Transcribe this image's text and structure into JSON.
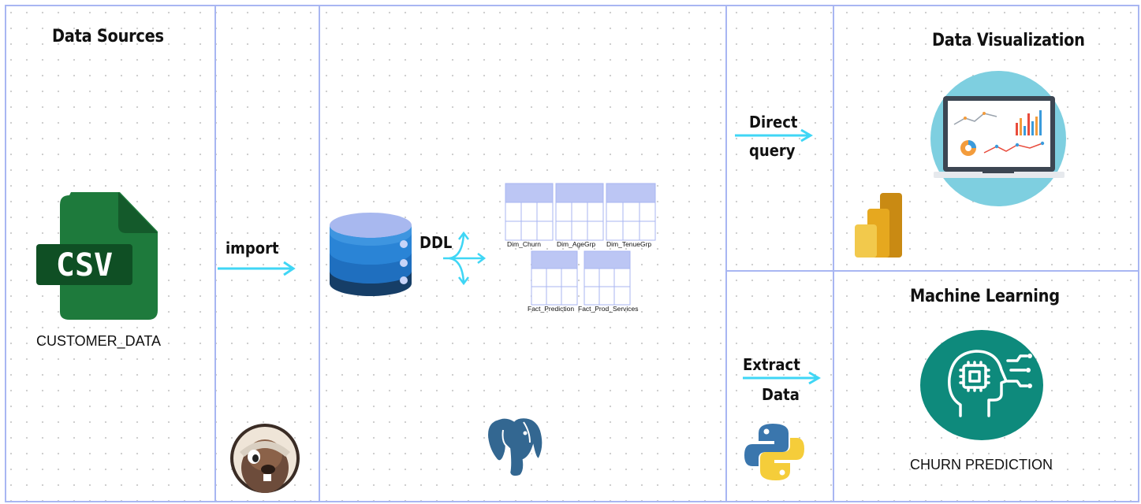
{
  "sections": {
    "data_sources": {
      "title": "Data Sources",
      "file_label": "CSV",
      "caption": "CUSTOMER_DATA"
    },
    "import": {
      "label": "import"
    },
    "database": {
      "ddl_label": "DDL",
      "tables": [
        "Dim_Churn",
        "Dim_AgeGrp",
        "Dim_TenueGrp",
        "Fact_Prediction",
        "Fact_Prod_Services"
      ]
    },
    "direct_query": {
      "line1": "Direct",
      "line2": "query"
    },
    "extract": {
      "line1": "Extract",
      "line2": "Data"
    },
    "visualization": {
      "title": "Data Visualization"
    },
    "ml": {
      "title": "Machine Learning",
      "caption": "CHURN PREDICTION"
    }
  },
  "colors": {
    "panel_border": "#a8b6f2",
    "arrow": "#3fd6f5",
    "csv_green": "#1e7a3c",
    "db_blue": "#1f6fbf",
    "ml_teal": "#0e8a7c",
    "table_header": "#bcc6f4"
  },
  "icons": [
    "csv-file-icon",
    "dbeaver-icon",
    "database-icon",
    "postgresql-icon",
    "powerbi-icon",
    "dashboard-icon",
    "python-icon",
    "ai-brain-icon"
  ]
}
